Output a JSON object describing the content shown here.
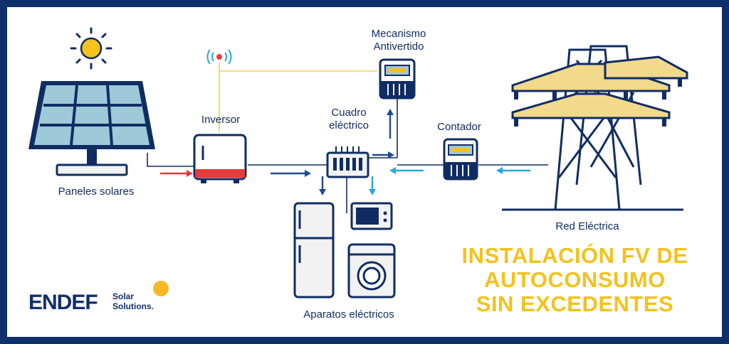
{
  "labels": {
    "panels": "Paneles solares",
    "inverter": "Inversor",
    "meter_top": "Mecanismo",
    "meter_bottom": "Antivertido",
    "panel_board_top": "Cuadro",
    "panel_board_bottom": "eléctrico",
    "counter": "Contador",
    "grid": "Red Eléctrica",
    "appliances": "Aparatos eléctricos"
  },
  "title_lines": [
    "INSTALACIÓN FV DE",
    "AUTOCONSUMO",
    "SIN EXCEDENTES"
  ],
  "logo": {
    "word": "ENDEF",
    "sub_line1": "Solar",
    "sub_line2": "Solutions."
  },
  "colors": {
    "frame": "#0d2f6b",
    "navy": "#102d63",
    "red_flow": "#e63b3b",
    "blue_flow": "#27a6e0",
    "title": "#f4c21c",
    "logo_dot": "#f6b824"
  },
  "icons": [
    "sun-icon",
    "solar-panel-icon",
    "wifi-antenna-icon",
    "inverter-icon",
    "anti-export-meter-icon",
    "electrical-panel-icon",
    "energy-meter-icon",
    "power-tower-icon",
    "fridge-icon",
    "microwave-icon",
    "washing-machine-icon"
  ]
}
